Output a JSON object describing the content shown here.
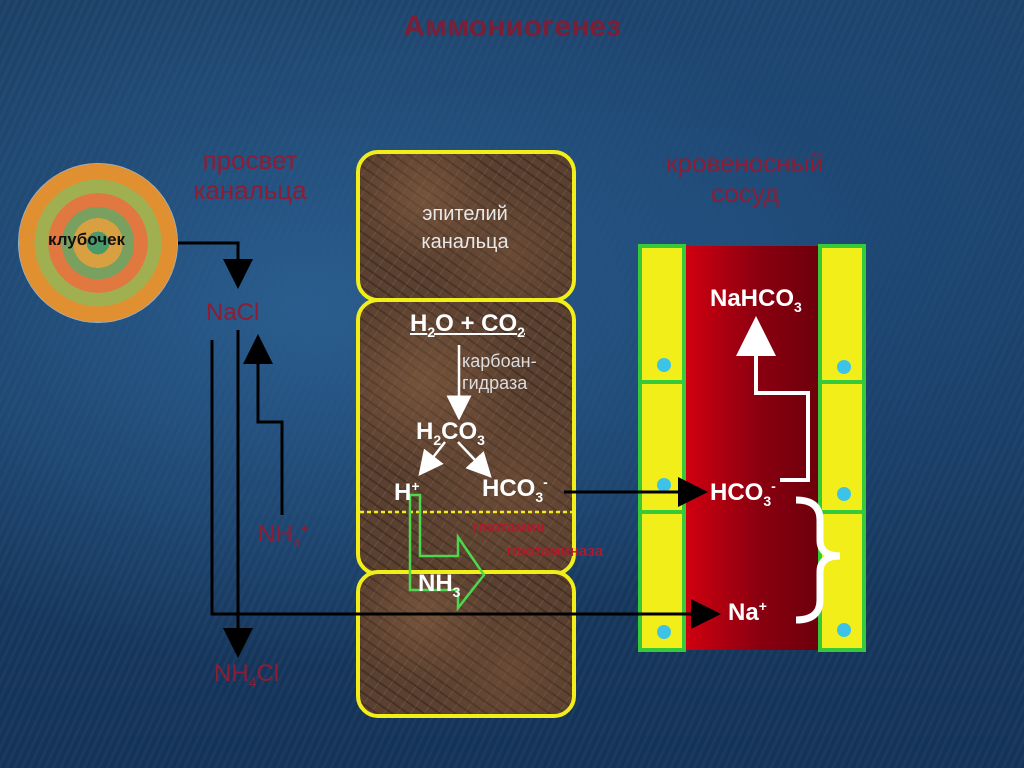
{
  "title": "Аммониогенез",
  "lumen_label": [
    "просвет",
    "канальца"
  ],
  "vessel_label": [
    "кровеносный",
    "сосуд"
  ],
  "glomerulus_label": "клубочек",
  "epithelium_label": [
    "эпителий",
    "канальца"
  ],
  "nacl": "NaCl",
  "nh4": {
    "base": "NH",
    "sub": "4",
    "sup": "+"
  },
  "nh4cl": {
    "a": "NH",
    "sub": "4",
    "b": "Cl"
  },
  "reaction": {
    "h2o": [
      "H",
      "2",
      "O"
    ],
    "plus": "+",
    "co2": [
      "CO",
      "2"
    ]
  },
  "enzyme1": [
    "карбоан-",
    "гидраза"
  ],
  "h2co3": [
    "H",
    "2",
    "CO",
    "3"
  ],
  "hplus": {
    "base": "H",
    "sup": "+"
  },
  "hco3_cell": {
    "base": "HCO",
    "sub": "3",
    "sup": "-"
  },
  "glutamine": "глютамин",
  "glutaminase": "глютаминаза",
  "nh3": {
    "base": "NH",
    "sub": "3"
  },
  "nahco3": {
    "base": "NaHCO",
    "sub": "3"
  },
  "hco3_vessel": {
    "base": "HCO",
    "sub": "3",
    "sup": "-"
  },
  "na_plus": {
    "base": "Na",
    "sup": "+"
  },
  "colors": {
    "title": "#7a1f35",
    "label_red": "#8c1d35",
    "cell_border": "#f2ee1a",
    "vessel": "#9a0010",
    "vessel_wall": "#f2ee1a",
    "vessel_border": "#36c93a",
    "dot": "#3ec3e8",
    "enzyme_red": "#b01a2a"
  }
}
